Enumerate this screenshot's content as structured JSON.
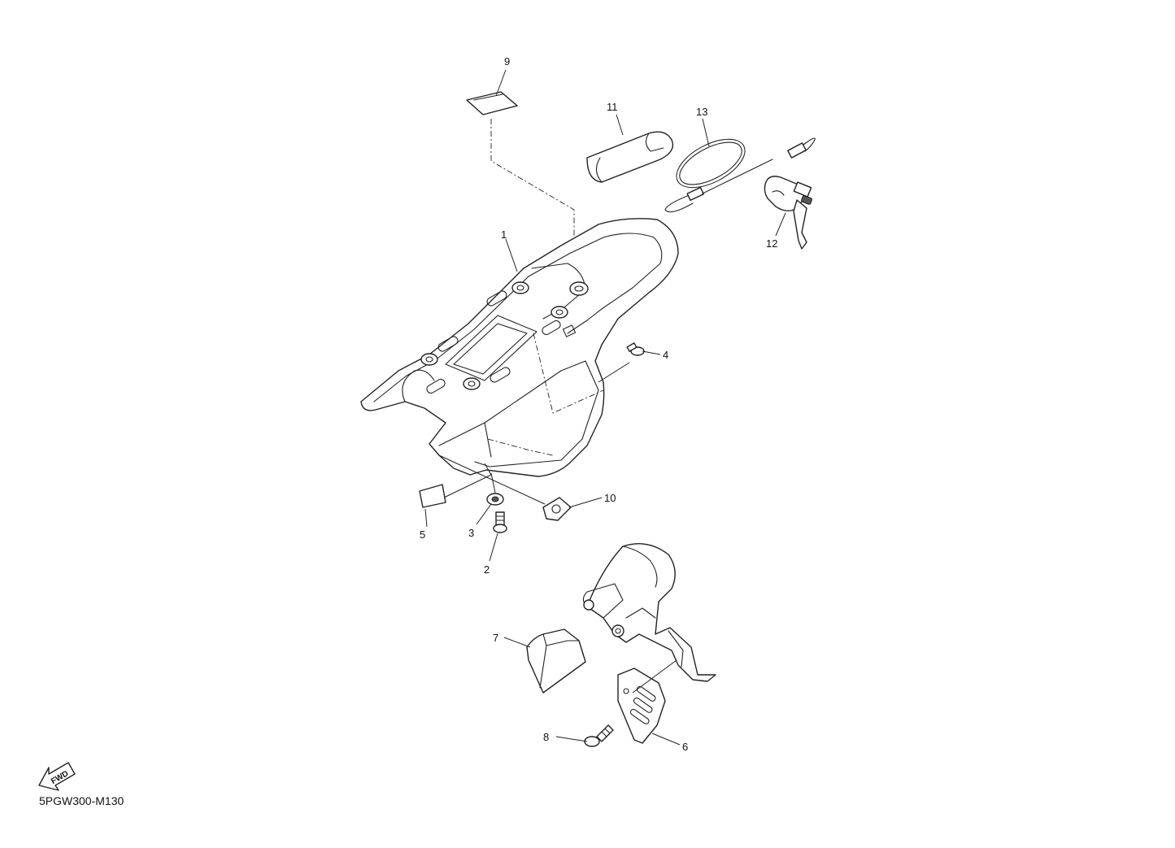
{
  "diagram_code": "5PGW300-M130",
  "fwd_badge_text": "FWD",
  "callouts": [
    {
      "id": "1",
      "text": "1"
    },
    {
      "id": "2",
      "text": "2"
    },
    {
      "id": "3",
      "text": "3"
    },
    {
      "id": "4",
      "text": "4"
    },
    {
      "id": "5",
      "text": "5"
    },
    {
      "id": "6",
      "text": "6"
    },
    {
      "id": "7",
      "text": "7"
    },
    {
      "id": "8",
      "text": "8"
    },
    {
      "id": "9",
      "text": "9"
    },
    {
      "id": "10",
      "text": "10"
    },
    {
      "id": "11",
      "text": "11"
    },
    {
      "id": "12",
      "text": "12"
    },
    {
      "id": "13",
      "text": "13"
    }
  ]
}
